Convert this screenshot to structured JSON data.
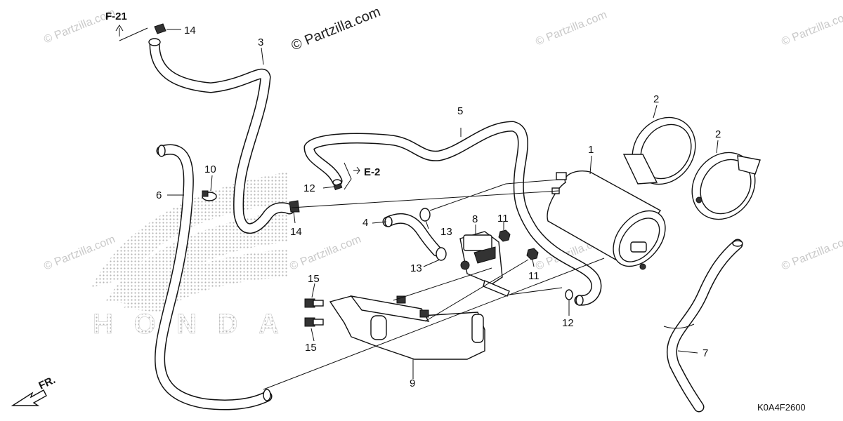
{
  "watermarks": {
    "main": "© Partzilla.com",
    "repeat": "© Partzilla.com"
  },
  "brand_logo": "HONDA",
  "diagram_code": "K0A4F2600",
  "refs": {
    "f21": "F-21",
    "e2": "E-2",
    "front": "FR."
  },
  "callouts": {
    "c1": "1",
    "c2a": "2",
    "c2b": "2",
    "c3": "3",
    "c4": "4",
    "c5": "5",
    "c6": "6",
    "c7": "7",
    "c8": "8",
    "c9": "9",
    "c10": "10",
    "c11a": "11",
    "c11b": "11",
    "c12a": "12",
    "c12b": "12",
    "c13a": "13",
    "c13b": "13",
    "c14a": "14",
    "c14b": "14",
    "c15a": "15",
    "c15b": "15"
  },
  "colors": {
    "line": "#111111",
    "watermark": "#c9c9c9",
    "logo_dots": "#b5b5b5"
  }
}
